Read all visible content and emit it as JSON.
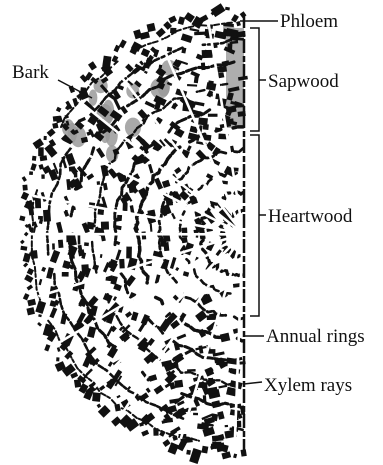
{
  "figure": {
    "labels": {
      "phloem": "Phloem",
      "bark": "Bark",
      "sapwood": "Sapwood",
      "heartwood": "Heartwood",
      "annual_rings": "Annual rings",
      "xylem_rays": "Xylem rays"
    },
    "colors": {
      "ink": "#111111",
      "sapwood_tint": "#9a9a9a",
      "background": "#ffffff"
    }
  }
}
